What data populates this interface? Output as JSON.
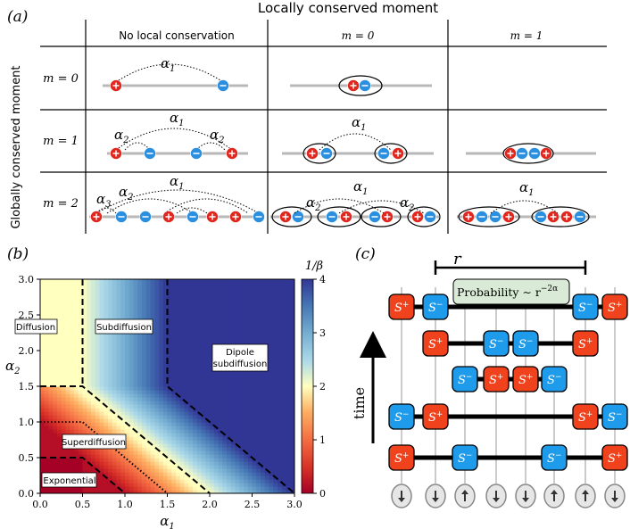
{
  "panel_a": {
    "label": "(a)",
    "top_title": "Locally conserved moment",
    "side_title": "Globally conserved moment",
    "columns": [
      "No local conservation",
      "m = 0",
      "m = 1"
    ],
    "rows": [
      "m = 0",
      "m = 1",
      "m = 2"
    ],
    "alpha1": "α1",
    "alpha2": "α2",
    "alpha3": "α3",
    "colors": {
      "plus": "#e0261d",
      "minus": "#2b8fe0",
      "line": "#b8b8b8"
    }
  },
  "panel_b": {
    "label": "(b)",
    "colorbar_title": "1/β",
    "colorbar_ticks": [
      "0",
      "1",
      "2",
      "3",
      "4"
    ],
    "region_labels": {
      "diffusion": "Diffusion",
      "subdiffusion": "Subdiffusion",
      "dipole1": "Dipole",
      "dipole2": "subdiffusion",
      "superdiffusion": "Superdiffusion",
      "exponential": "Exponential"
    },
    "chart_data": {
      "type": "heatmap",
      "xlabel": "α1",
      "ylabel": "α2",
      "xlim": [
        0.0,
        3.0
      ],
      "ylim": [
        0.0,
        3.0
      ],
      "x_ticks": [
        "0.0",
        "0.5",
        "1.0",
        "1.5",
        "2.0",
        "2.5",
        "3.0"
      ],
      "y_ticks": [
        "0.0",
        "0.5",
        "1.0",
        "1.5",
        "2.0",
        "2.5",
        "3.0"
      ],
      "colorbar_range": [
        0,
        4
      ],
      "boundaries": [
        {
          "style": "dashed",
          "points": [
            [
              0.5,
              3.0
            ],
            [
              0.5,
              1.5
            ]
          ]
        },
        {
          "style": "dashed",
          "points": [
            [
              0,
              1.5
            ],
            [
              0.5,
              1.5
            ],
            [
              2.0,
              0
            ]
          ]
        },
        {
          "style": "dashed",
          "points": [
            [
              1.5,
              3.0
            ],
            [
              1.5,
              1.5
            ],
            [
              3.0,
              0
            ]
          ]
        },
        {
          "style": "dashed",
          "points": [
            [
              0,
              0.5
            ],
            [
              0.5,
              0.5
            ],
            [
              1.0,
              0
            ]
          ]
        },
        {
          "style": "dotted",
          "points": [
            [
              0,
              1.0
            ],
            [
              0.5,
              1.0
            ],
            [
              1.5,
              0
            ]
          ]
        }
      ]
    }
  },
  "panel_c": {
    "label": "(c)",
    "r_label": "r",
    "probability": "Probability ∼ r",
    "exponent": "−2α",
    "time_label": "time",
    "splus": "S+",
    "sminus": "S−",
    "colors": {
      "splus": "#f0421c",
      "sminus": "#1e9bea"
    },
    "spins": [
      "down",
      "down",
      "up",
      "down",
      "down",
      "up",
      "up",
      "down"
    ]
  }
}
